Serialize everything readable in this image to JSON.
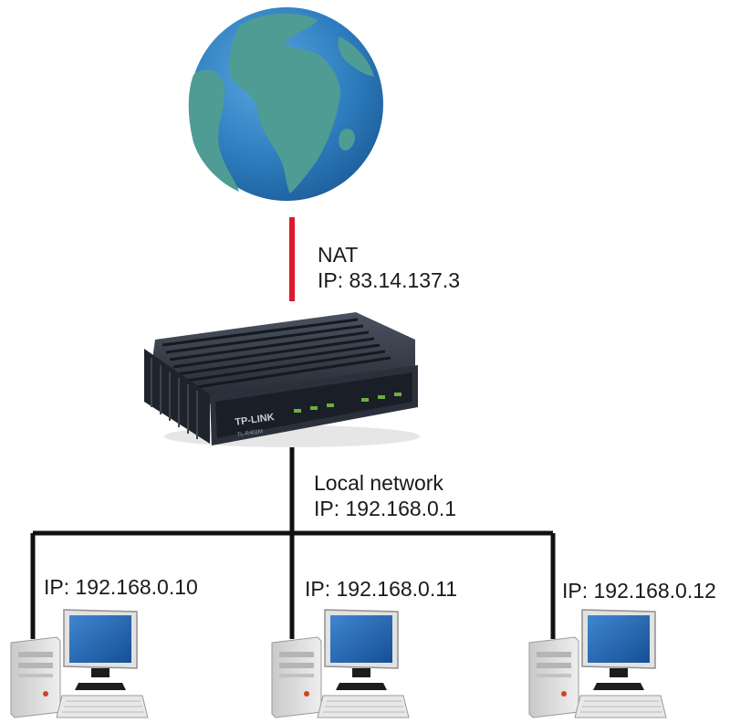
{
  "wan": {
    "label": "NAT",
    "ip": "IP: 83.14.137.3",
    "link_color": "#e0192a"
  },
  "lan": {
    "label": "Local network",
    "ip": "IP: 192.168.0.1",
    "link_color": "#111111"
  },
  "router": {
    "brand": "TP-LINK",
    "model": "TL-R402M"
  },
  "computers": [
    {
      "ip": "IP: 192.168.0.10"
    },
    {
      "ip": "IP: 192.168.0.11"
    },
    {
      "ip": "IP: 192.168.0.12"
    }
  ],
  "colors": {
    "ocean": "#2f7fc0",
    "land": "#4f9c94",
    "router_body": "#2b313c",
    "screen": "#1f64b4",
    "case": "#d9d9d9"
  }
}
